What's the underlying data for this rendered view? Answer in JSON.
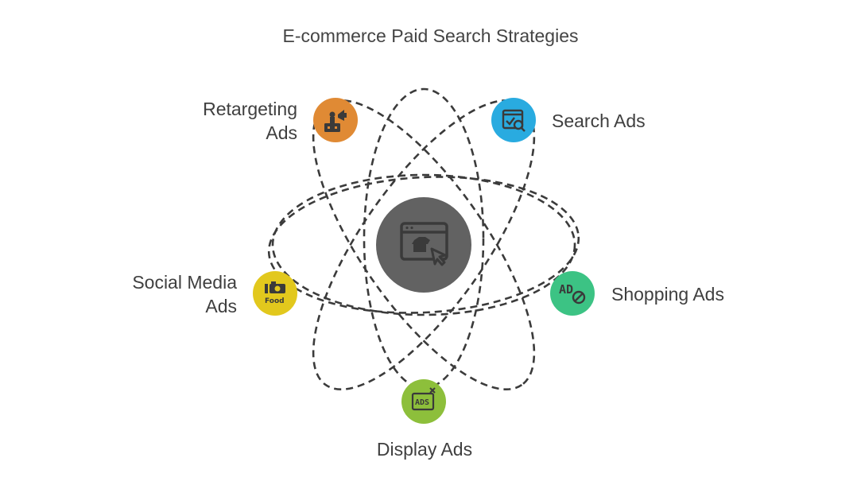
{
  "title": "E-commerce Paid Search Strategies",
  "colors": {
    "center": "#626262",
    "orbit": "#3b3b3b",
    "retargeting": "#e08a34",
    "search": "#29abe0",
    "shopping": "#3cc384",
    "display": "#8dbf3b",
    "social": "#e2c81d"
  },
  "nodes": {
    "retargeting": {
      "label_lines": [
        "Retargeting",
        "Ads"
      ],
      "icon": "robot-megaphone-icon"
    },
    "search": {
      "label_lines": [
        "Search Ads"
      ],
      "icon": "browser-check-search-icon"
    },
    "shopping": {
      "label_lines": [
        "Shopping Ads"
      ],
      "icon": "ad-blocked-icon"
    },
    "display": {
      "label_lines": [
        "Display Ads"
      ],
      "icon": "ads-screen-close-icon"
    },
    "social": {
      "label_lines": [
        "Social Media",
        "Ads"
      ],
      "icon": "camera-food-icon"
    }
  },
  "center": {
    "icon": "browser-shopping-cursor-icon"
  },
  "icon_text": {
    "social_food": "Food",
    "display_ads": "ADS",
    "shopping_ad": "AD"
  }
}
